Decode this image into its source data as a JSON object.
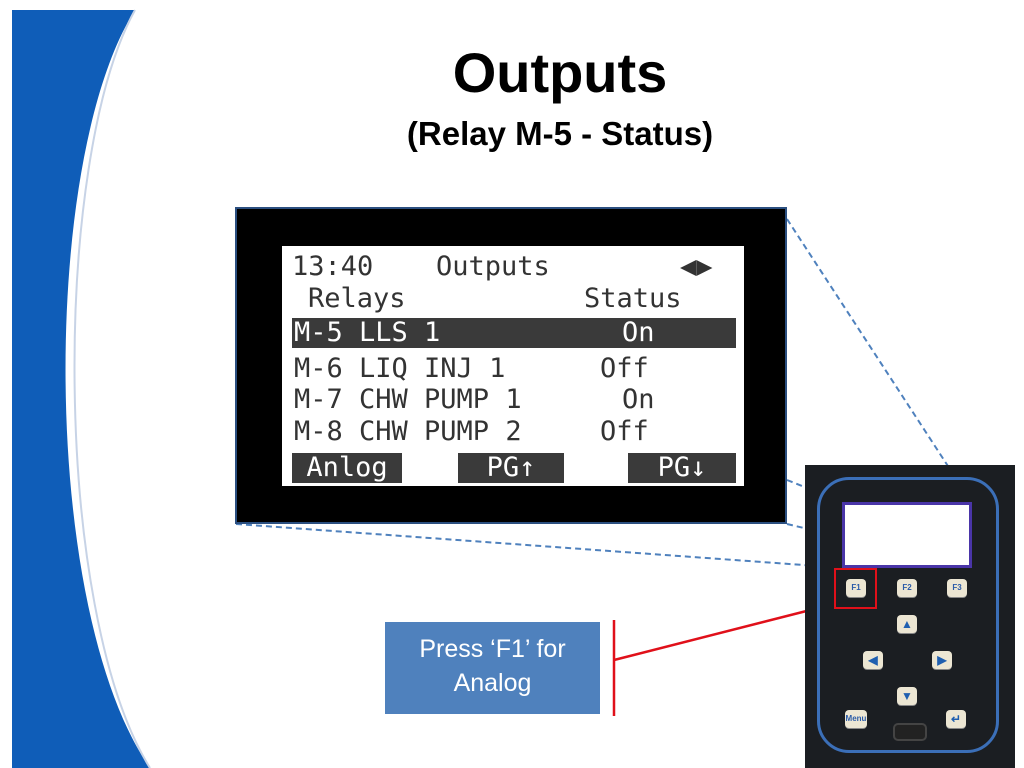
{
  "slide": {
    "title": "Outputs",
    "subtitle": "(Relay M-5 - Status)"
  },
  "lcd": {
    "time": "13:40",
    "screen_title": "Outputs",
    "nav_arrows": "◀▶",
    "col_relays": "Relays",
    "col_status": "Status",
    "rows": [
      {
        "name": "M-5 LLS 1",
        "status": "On",
        "selected": true
      },
      {
        "name": "M-6 LIQ INJ 1",
        "status": "Off",
        "selected": false
      },
      {
        "name": "M-7 CHW PUMP 1",
        "status": "On",
        "selected": false
      },
      {
        "name": "M-8 CHW PUMP 2",
        "status": "Off",
        "selected": false
      }
    ],
    "softkeys": {
      "left": "Anlog",
      "middle": "PG↑",
      "right": "PG↓"
    }
  },
  "callout": {
    "line1": "Press ‘F1’ for",
    "line2": "Analog"
  },
  "keypad": {
    "f1": "F1",
    "f2": "F2",
    "f3": "F3",
    "menu": "Menu",
    "up_icon": "arrow-up-icon",
    "down_icon": "arrow-down-icon",
    "left_icon": "arrow-left-icon",
    "right_icon": "arrow-right-icon",
    "enter_icon": "enter-icon"
  },
  "colors": {
    "accent_blue": "#1f5fbf",
    "callout_blue": "#4f81bd",
    "highlight_red": "#e0101a",
    "zoom_line": "#4f81bd"
  }
}
